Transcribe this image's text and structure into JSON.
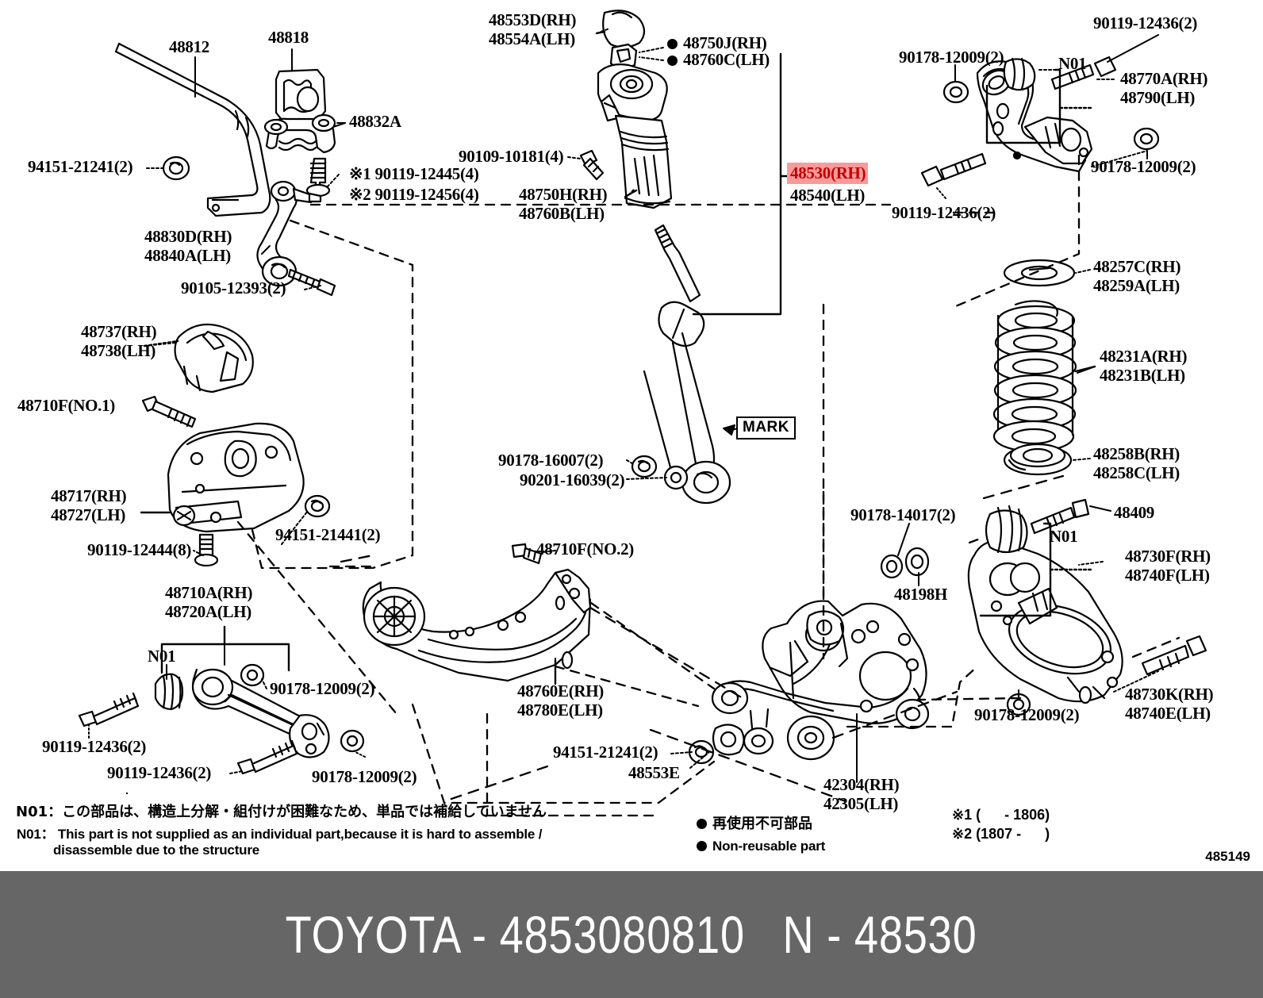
{
  "footer": {
    "brand": "TOYOTA",
    "separator": "-",
    "part_number": "4853080810",
    "group_prefix": "N",
    "group_number": "48530",
    "text": "TOYOTA - 4853080810   N - 48530"
  },
  "diagram": {
    "id": "485149",
    "mark_callout": "MARK",
    "highlight_color": "#fb9a9a",
    "highlight_text_color": "#c00000"
  },
  "labels": {
    "stabilizer_bar": "48812",
    "stabilizer_bushing": "48818",
    "stabilizer_bracket": "48832A",
    "nut_94151_21241": "94151-21241(2)",
    "stabilizer_link": "48830D(RH)\n48840A(LH)",
    "bolt_90105_12393": "90105-12393(2)",
    "note1_bolt": "※1 90119-12445(4)",
    "note2_bolt": "※2 90119-12456(4)",
    "dust_cover_upper": "48553D(RH)\n48554A(LH)",
    "nut_48750J": "48750J(RH)",
    "nut_48760C": "48760C(LH)",
    "bolt_90109_10181": "90109-10181(4)",
    "boot_48750H": "48750H(RH)\n48760B(LH)",
    "shock_absorber_highlight_rh": "48530(RH)",
    "shock_absorber_lh": "48540(LH)",
    "washer_90178_16007": "90178-16007(2)",
    "nut_90201_16039": "90201-16039(2)",
    "bolt_48710F_no2": "48710F",
    "bolt_48710F_no2_sub": "(NO.2)",
    "upper_arm_rh": "48770A(RH)\n48790(LH)",
    "n01_upper": "N01",
    "bolt_90119_12436_tr": "90119-12436(2)",
    "washer_90178_12009_tl": "90178-12009(2)",
    "washer_90178_12009_tr": "90178-12009(2)",
    "bolt_90119_12436_mid": "90119-12436(2)",
    "spring_insulator_upper": "48257C(RH)\n48259A(LH)",
    "coil_spring": "48231A(RH)\n48231B(LH)",
    "spring_insulator_lower": "48258B(RH)\n48258C(LH)",
    "dust_cover_48737": "48737(RH)\n48738(LH)",
    "bolt_48710F_no1": "48710F",
    "bolt_48710F_no1_sub": "(NO.1)",
    "suspension_support": "48717(RH)\n48727(LH)",
    "bolt_90119_12444": "90119-12444(8)",
    "nut_94151_21441": "94151-21441(2)",
    "lateral_rod": "48710A(RH)\n48720A(LH)",
    "n01_lateral": "N01",
    "bolt_90119_12436_bl1": "90119-12436(2)",
    "bolt_90119_12436_bl2": "90119-12436(2)",
    "washer_90178_12009_ml": "90178-12009(2)",
    "washer_90178_12009_bl": "90178-12009(2)",
    "trailing_arm": "48760E(RH)\n48780E(LH)",
    "nut_94151_21241_b": "94151-21241(2)",
    "bush_48553E": "48553E",
    "knuckle": "42304(RH)\n42305(LH)",
    "washer_90178_14017": "90178-14017(2)",
    "ring_48198H": "48198H",
    "n01_lower": "N01",
    "bolt_48409": "48409",
    "lower_arm": "48730F(RH)\n48740F(LH)",
    "lower_arm_bolt": "48730K(RH)\n48740E(LH)",
    "washer_90178_12009_br": "90178-12009(2)"
  },
  "legend": {
    "n01_jp": "N01：この部品は、構造上分解・組付けが困難なため、単品では補給していません",
    "n01_en_line1": "N01： This part is not supplied as an individual part,because it is hard to assemble /",
    "n01_en_line2": "disassemble due to the structure",
    "nonreuse_jp": "再使用不可部品",
    "nonreuse_en": "Non-reusable part",
    "note1_range": "※1 (      - 1806)",
    "note2_range": "※2 (1807 -      )"
  }
}
